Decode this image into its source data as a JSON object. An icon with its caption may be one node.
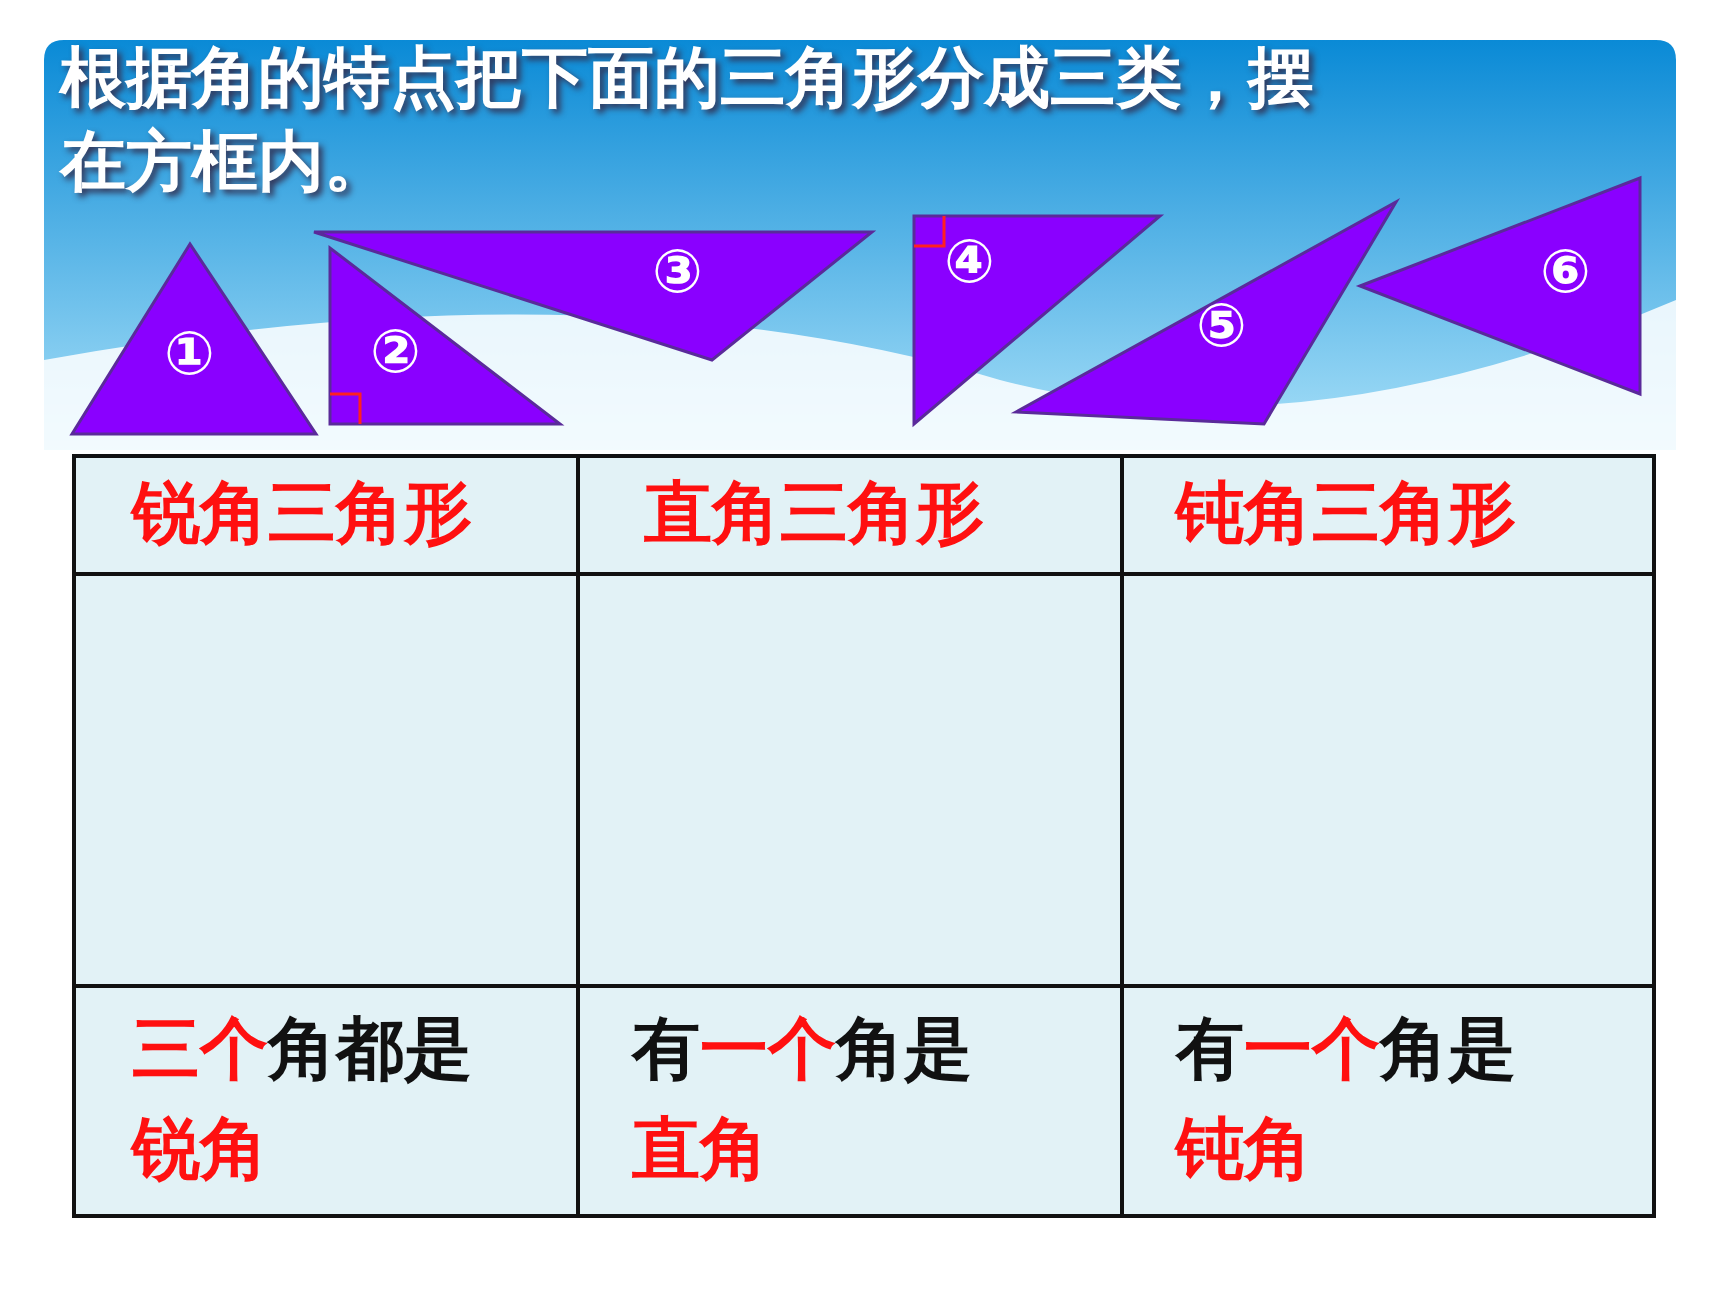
{
  "diagram": {
    "title": "根据角的特点把下面的三角形分成三类，摆在方框内。",
    "nodes": [
      {
        "text": [
          "①"
        ]
      },
      {
        "text": [
          "②"
        ]
      },
      {
        "text": [
          "③"
        ]
      },
      {
        "text": [
          "④"
        ]
      },
      {
        "text": [
          "⑤"
        ]
      },
      {
        "text": [
          "⑥"
        ]
      }
    ],
    "labels": [
      "锐角三角形",
      "直角三角形",
      "钝角三角形",
      "三个角都是锐角",
      "有一个角是直角",
      "有一个角是钝角"
    ]
  }
}
